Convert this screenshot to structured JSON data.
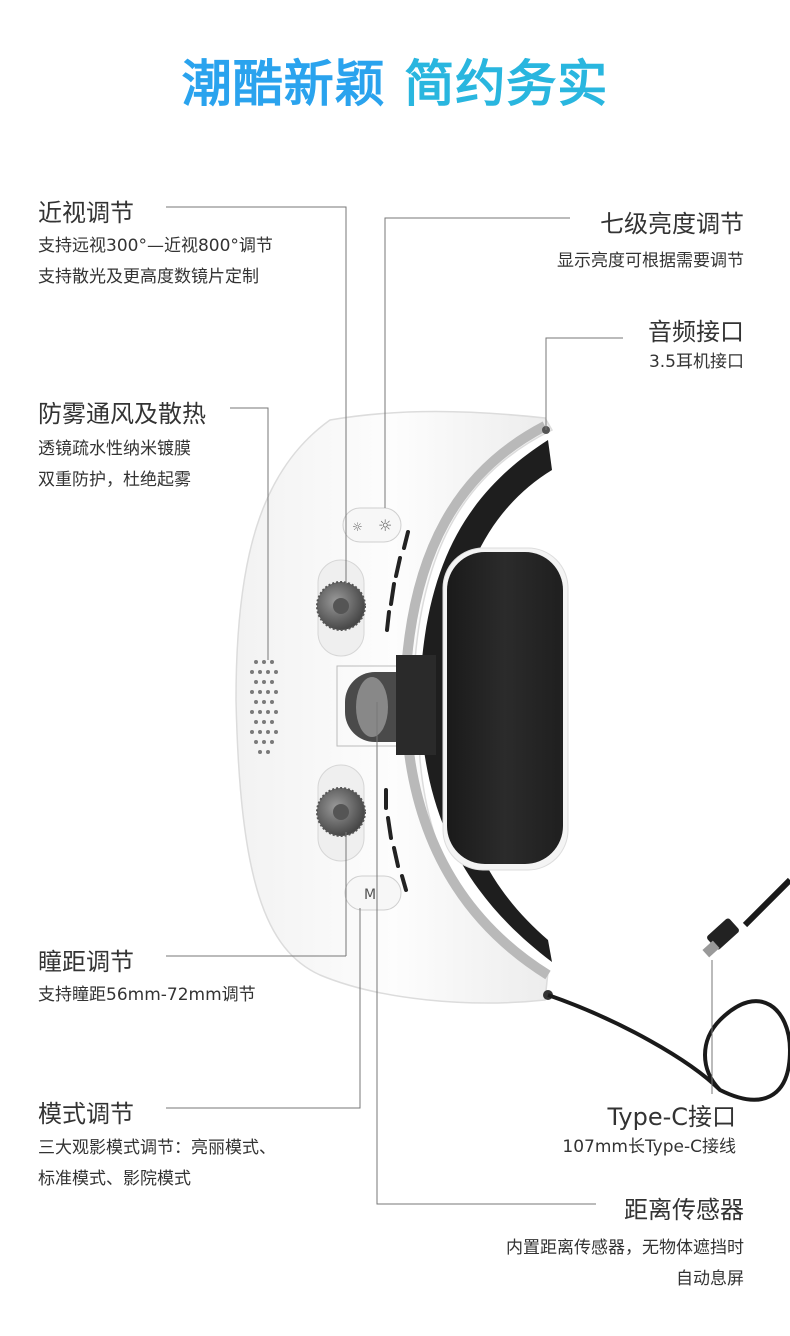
{
  "header": {
    "title_part1": "潮酷新颖",
    "title_part2": "简约务实"
  },
  "features": {
    "myopia": {
      "title": "近视调节",
      "desc": [
        "支持远视300°—近视800°调节",
        "支持散光及更高度数镜片定制"
      ]
    },
    "brightness": {
      "title": "七级亮度调节",
      "desc": [
        "显示亮度可根据需要调节"
      ]
    },
    "audio": {
      "title": "音频接口",
      "desc": [
        "3.5耳机接口"
      ]
    },
    "antifog": {
      "title": "防雾通风及散热",
      "desc": [
        "透镜疏水性纳米镀膜",
        "双重防护，杜绝起雾"
      ]
    },
    "ipd": {
      "title": "瞳距调节",
      "desc": [
        "支持瞳距56mm-72mm调节"
      ]
    },
    "mode": {
      "title": "模式调节",
      "desc": [
        "三大观影模式调节：亮丽模式、",
        "标准模式、影院模式"
      ]
    },
    "typec": {
      "title": "Type-C接口",
      "desc": [
        "107mm长Type-C接线"
      ]
    },
    "sensor": {
      "title": "距离传感器",
      "desc": [
        "内置距离传感器，无物体遮挡时",
        "自动息屏"
      ]
    }
  },
  "colors": {
    "title_blue": "#2aa3ee",
    "title_cyan": "#29b6df",
    "text": "#333333",
    "line": "#777777"
  }
}
